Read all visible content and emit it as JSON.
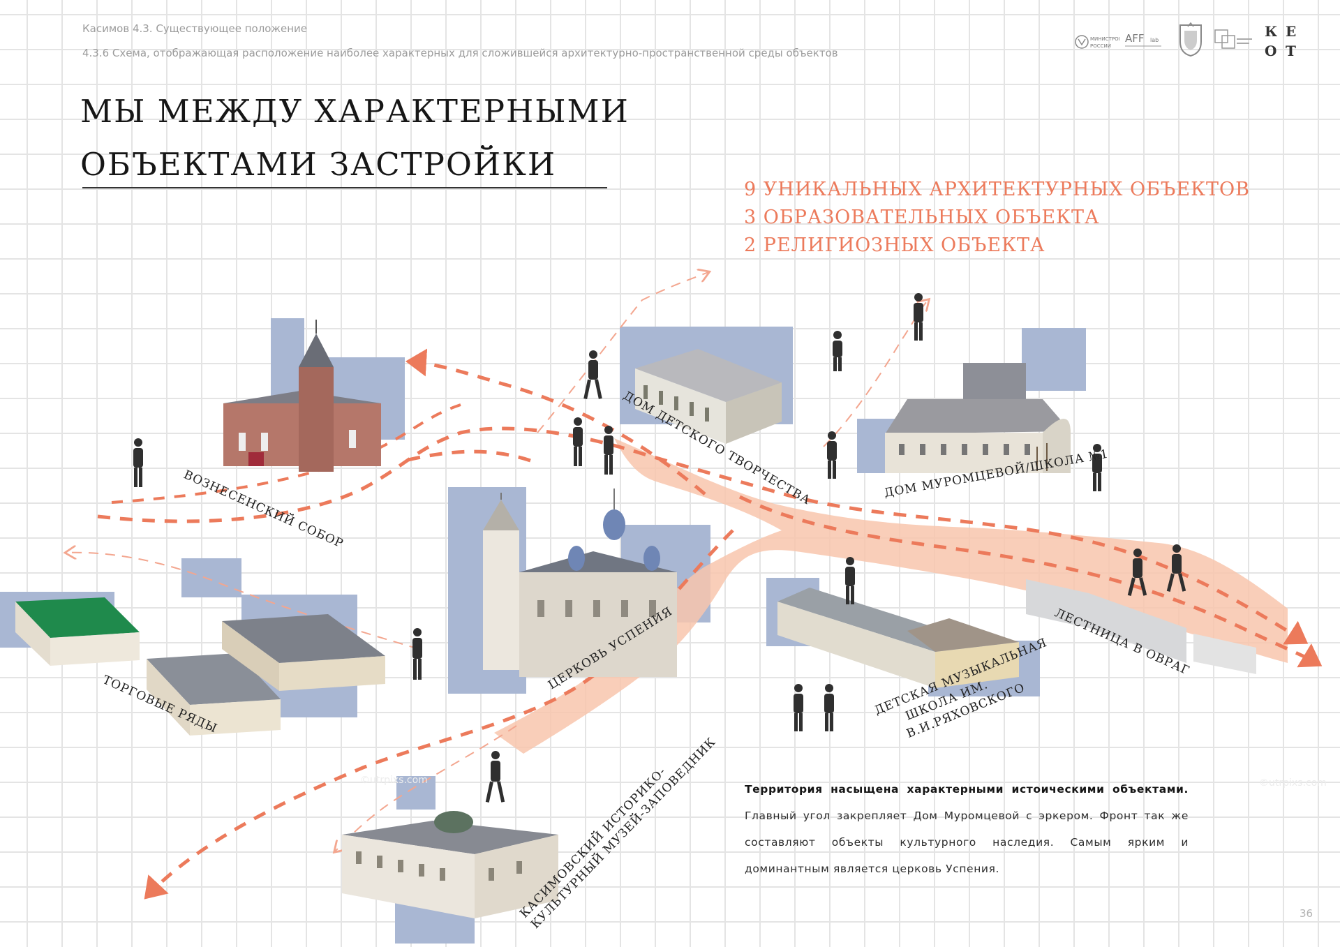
{
  "header": {
    "section": "Касимов 4.3. Существующее положение",
    "subsection": "4.3.6 Схема, отображающая расположение наиболее характерных для сложившейся архитектурно-пространственной среды объектов"
  },
  "title": {
    "line1": "Мы между характерными",
    "line2": "объектами застройки"
  },
  "stats": [
    "9  уникальных архитектурных объектов",
    "3 образовательных объекта",
    "2 религиозных объекта"
  ],
  "logos": {
    "ministry_line1": "МИНИСТРОЙ",
    "ministry_line2": "РОССИИ",
    "aff": "AFF",
    "aff_sub": "lab",
    "letters": [
      "К",
      "Е",
      "О",
      "Т"
    ]
  },
  "buildings": [
    {
      "label": "Вознесенский собор"
    },
    {
      "label": "Дом детского творчества"
    },
    {
      "label": "Дом Муромцевой/школа №1"
    },
    {
      "label": "Церковь Успения"
    },
    {
      "label": "Торговые ряды"
    },
    {
      "label": "Лестница в овраг"
    },
    {
      "label": "Детская музыкальная школа им. В.И.Ряховского",
      "lines": [
        "Детская музыкальная",
        "школа им.",
        "В.И.Ряховского"
      ]
    },
    {
      "label": "Касимовский историко-культурный музей-заповедник",
      "lines": [
        "Касимовский историко-",
        "культурный музей-заповедник"
      ]
    }
  ],
  "description": {
    "lead": "Территория насыщена характерными истоическими объектами.",
    "body": "Главный угол закрепляет Дом Муромцевой с эркером. Фронт так же составляют объекты культурного наследия. Самым ярким и доминантным является церковь Успения."
  },
  "watermark": "©utrpixs.com",
  "page_number": "36",
  "colors": {
    "accent": "#ec7a5b",
    "path_fill": "#f8c6ad",
    "block": "#a9b7d3",
    "grid": "#e4e4e4"
  }
}
